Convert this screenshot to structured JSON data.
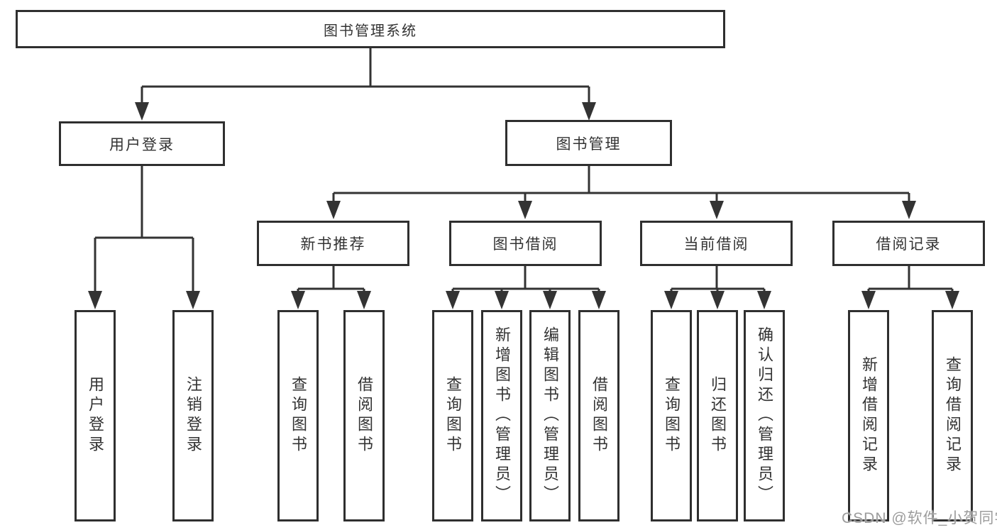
{
  "watermark": "CSDN @软件_小贺同学",
  "colors": {
    "line": "#333333",
    "border": "#2f2f2f",
    "text": "#333333",
    "box_background": "#ffffff",
    "watermark": "#9c9c9c"
  },
  "tree": {
    "label": "图书管理系统",
    "children": [
      {
        "label": "用户登录",
        "children": [
          {
            "label": "用户登录"
          },
          {
            "label": "注销登录"
          }
        ]
      },
      {
        "label": "图书管理",
        "children": [
          {
            "label": "新书推荐",
            "children": [
              {
                "label": "查询图书"
              },
              {
                "label": "借阅图书"
              }
            ]
          },
          {
            "label": "图书借阅",
            "children": [
              {
                "label": "查询图书"
              },
              {
                "label": "新增图书（管理员）"
              },
              {
                "label": "编辑图书（管理员）"
              },
              {
                "label": "借阅图书"
              }
            ]
          },
          {
            "label": "当前借阅",
            "children": [
              {
                "label": "查询图书"
              },
              {
                "label": "归还图书"
              },
              {
                "label": "确认归还（管理员）"
              }
            ]
          },
          {
            "label": "借阅记录",
            "children": [
              {
                "label": "新增借阅记录"
              },
              {
                "label": "查询借阅记录"
              }
            ]
          }
        ]
      }
    ]
  }
}
